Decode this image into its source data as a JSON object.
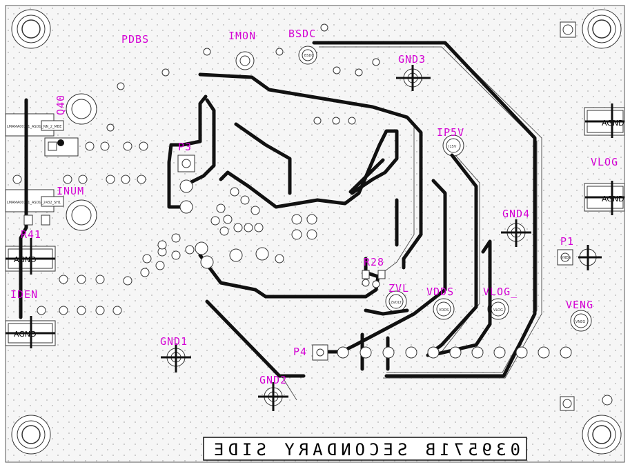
{
  "board": {
    "title": "039571B SECONDARY SIDE"
  },
  "labels": {
    "pdbs": "PDBS",
    "imon": "IMON",
    "bsdc": "BSDC",
    "gnd3": "GND3",
    "q40": "Q40",
    "inum": "INUM",
    "r41": "R41",
    "iden": "IDEN",
    "ip5v": "IP5V",
    "vlog": "VLOG",
    "gnd4": "GND4",
    "p1": "P1",
    "veng": "VENG",
    "r28": "R28",
    "vlog_": "VLOG_",
    "vdds": "VDDS",
    "zvl": "ZVL",
    "p4": "P4",
    "gnd1": "GND1",
    "gnd2": "GND2",
    "p3": "P3"
  },
  "pads": {
    "agnd_left_1": "AGND",
    "agnd_left_2": "AGND",
    "agnd_right_1": "AGND",
    "agnd_right_2": "AGND",
    "vneg": "VNEG",
    "bsdc": "BSDC",
    "i15v": "I15V",
    "zvolt": "ZVOLT",
    "vdds": "VDDS",
    "vlog": "VLOG",
    "p1": "VNEG"
  },
  "colors": {
    "label": "#d400d4",
    "trace": "#111111",
    "board_bg": "#f4f4f4",
    "dot": "#a8a8a8"
  }
}
